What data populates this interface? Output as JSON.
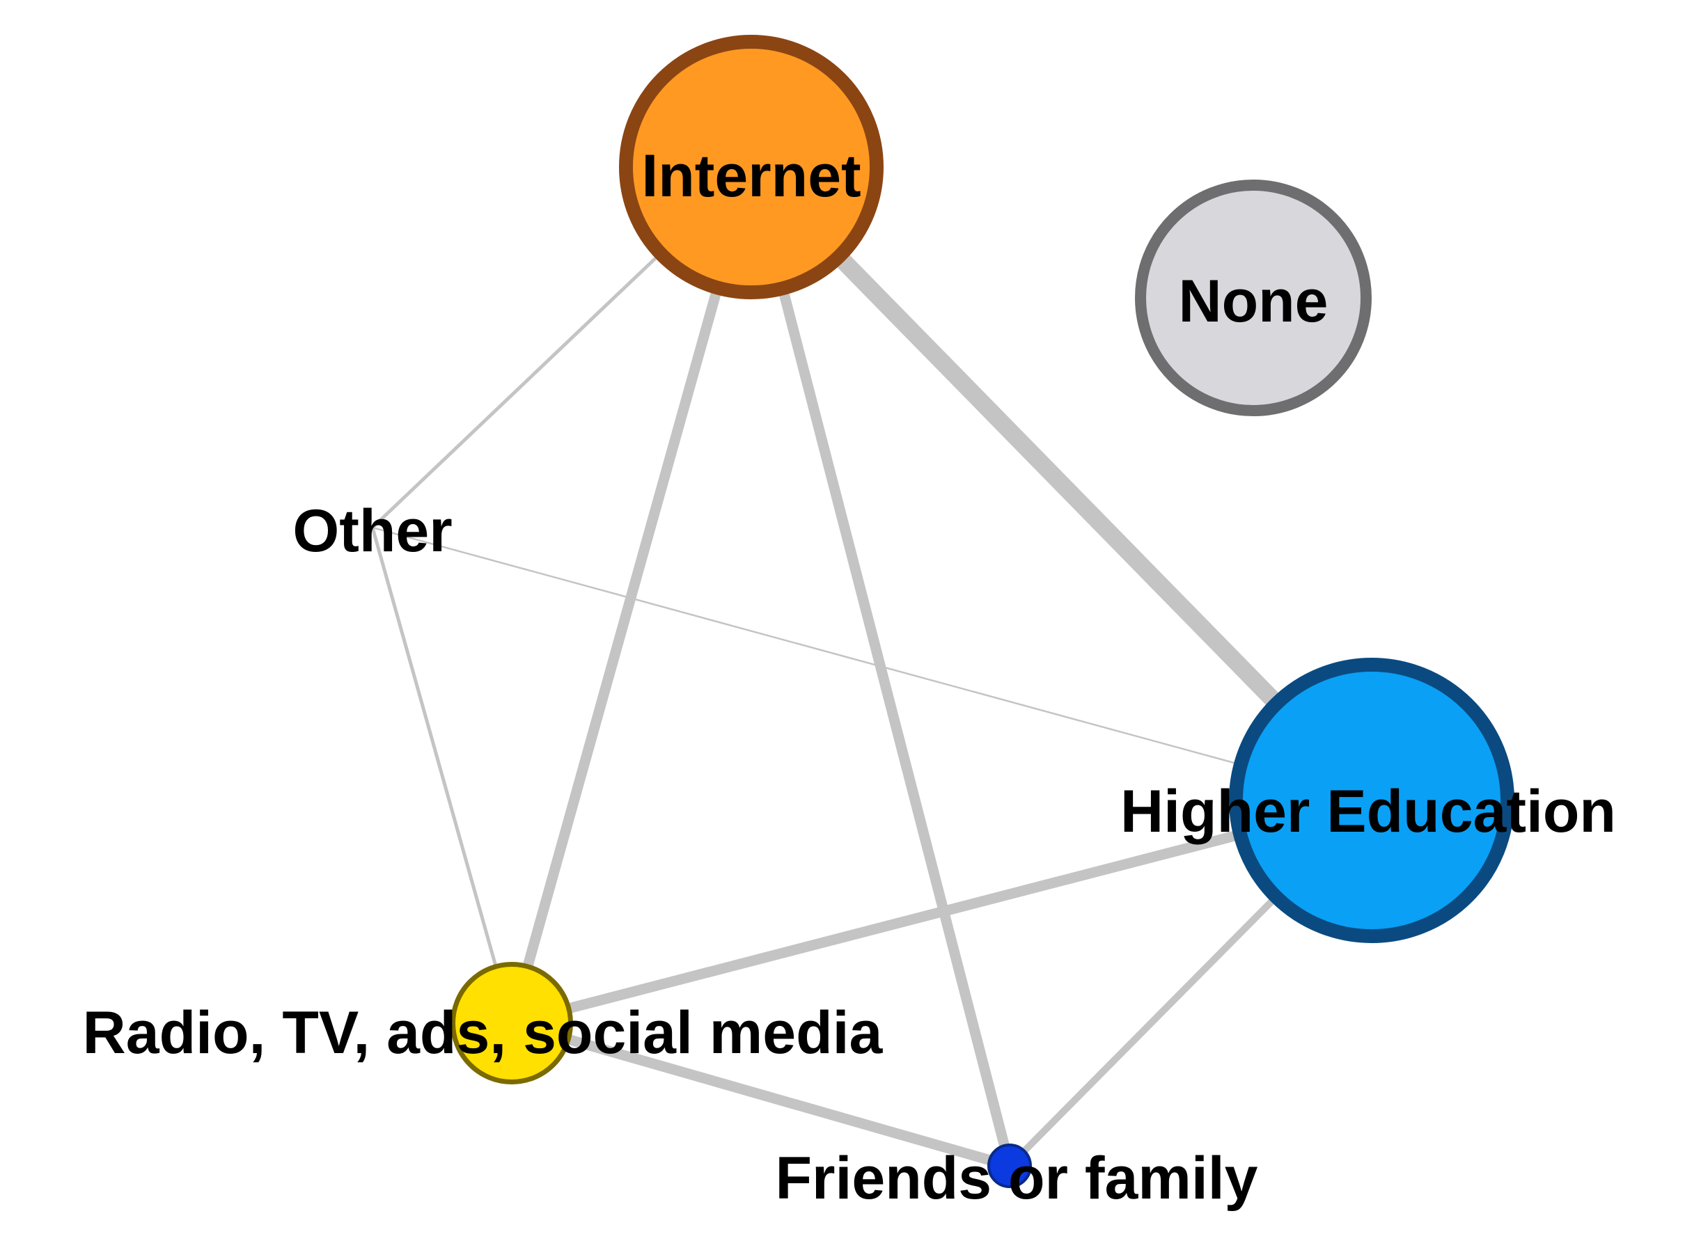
{
  "diagram": {
    "nodes": [
      {
        "id": "internet",
        "label": "Internet",
        "fill": "#FF9922",
        "stroke": "#8B4513"
      },
      {
        "id": "none",
        "label": "None",
        "fill": "#D8D8DC",
        "stroke": "#6E6E70"
      },
      {
        "id": "other",
        "label": "Other",
        "fill": "none",
        "stroke": "none"
      },
      {
        "id": "higher_education",
        "label": "Higher Education",
        "fill": "#0AA0F5",
        "stroke": "#0A4A80"
      },
      {
        "id": "radio_tv",
        "label": "Radio, TV, ads, social media",
        "fill": "#FFE000",
        "stroke": "#7A6A00"
      },
      {
        "id": "friends_family",
        "label": "Friends or family",
        "fill": "#0A3AE0",
        "stroke": "#0A2A8A"
      }
    ],
    "edges": [
      {
        "source": "internet",
        "target": "higher_education",
        "weight": 5
      },
      {
        "source": "internet",
        "target": "radio_tv",
        "weight": 3
      },
      {
        "source": "internet",
        "target": "friends_family",
        "weight": 3
      },
      {
        "source": "internet",
        "target": "other",
        "weight": 1
      },
      {
        "source": "other",
        "target": "radio_tv",
        "weight": 1
      },
      {
        "source": "other",
        "target": "higher_education",
        "weight": 0.5
      },
      {
        "source": "higher_education",
        "target": "radio_tv",
        "weight": 3
      },
      {
        "source": "higher_education",
        "target": "friends_family",
        "weight": 2
      },
      {
        "source": "radio_tv",
        "target": "friends_family",
        "weight": 3
      }
    ],
    "edge_color": "#C4C4C4"
  }
}
